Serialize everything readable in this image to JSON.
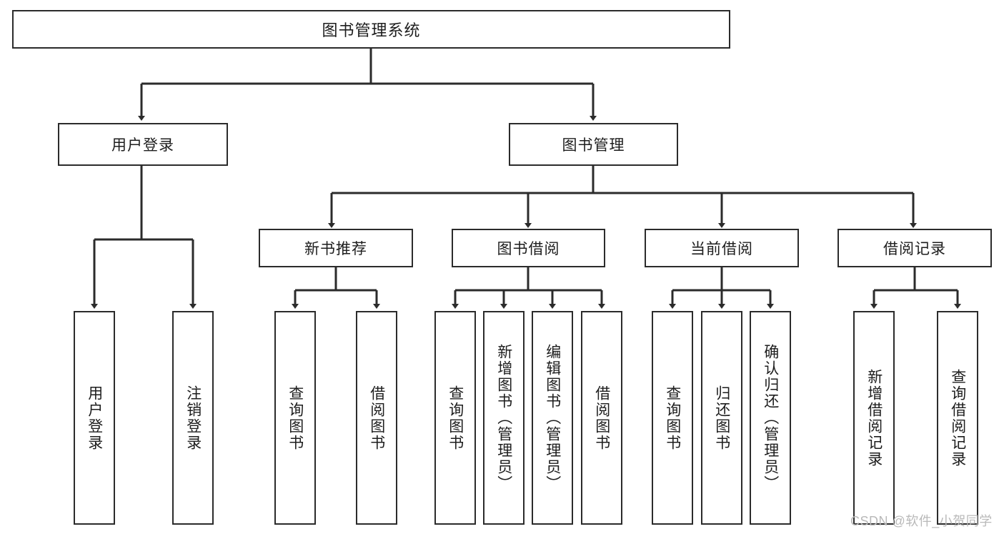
{
  "diagram": {
    "title": "图书管理系统",
    "type": "tree-hierarchy-chart",
    "orientation": "top-down",
    "colors": {
      "box_border": "#2b2b2b",
      "box_fill": "#ffffff",
      "edge": "#2b2b2b",
      "text": "#1d1d1d",
      "watermark": "#b9b9b9",
      "background": "#ffffff"
    }
  },
  "root": {
    "label": "图书管理系统"
  },
  "level1": [
    {
      "label": "用户登录"
    },
    {
      "label": "图书管理"
    }
  ],
  "level2": [
    {
      "label": "新书推荐"
    },
    {
      "label": "图书借阅"
    },
    {
      "label": "当前借阅"
    },
    {
      "label": "借阅记录"
    }
  ],
  "leaves": {
    "user_login": [
      {
        "label": "用户登录"
      },
      {
        "label": "注销登录"
      }
    ],
    "new_book_recommend": [
      {
        "label": "查询图书"
      },
      {
        "label": "借阅图书"
      }
    ],
    "book_borrow": [
      {
        "label": "查询图书"
      },
      {
        "label": "新增图书（管理员）"
      },
      {
        "label": "编辑图书（管理员）"
      },
      {
        "label": "借阅图书"
      }
    ],
    "current_borrow": [
      {
        "label": "查询图书"
      },
      {
        "label": "归还图书"
      },
      {
        "label": "确认归还（管理员）"
      }
    ],
    "borrow_record": [
      {
        "label": "新增借阅记录"
      },
      {
        "label": "查询借阅记录"
      }
    ]
  },
  "watermark": {
    "text": "CSDN @软件_小贺同学"
  }
}
